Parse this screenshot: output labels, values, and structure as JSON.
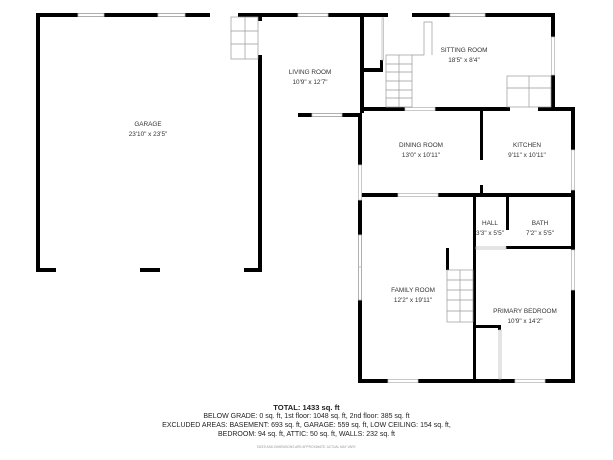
{
  "rooms": [
    {
      "name": "GARAGE",
      "size": "23'10\" x 23'5\""
    },
    {
      "name": "LIVING ROOM",
      "size": "10'9\" x 12'7\""
    },
    {
      "name": "SITTING ROOM",
      "size": "18'5\" x 8'4\""
    },
    {
      "name": "DINING ROOM",
      "size": "13'0\" x 10'11\""
    },
    {
      "name": "KITCHEN",
      "size": "9'11\" x 10'11\""
    },
    {
      "name": "HALL",
      "size": "3'3\" x 5'5\""
    },
    {
      "name": "BATH",
      "size": "7'2\" x 5'5\""
    },
    {
      "name": "FAMILY ROOM",
      "size": "12'2\" x 19'11\""
    },
    {
      "name": "PRIMARY BEDROOM",
      "size": "10'9\" x 14'2\""
    }
  ],
  "summary": {
    "total": "TOTAL: 1433 sq. ft",
    "line1": "BELOW GRADE: 0 sq. ft, 1st floor: 1048 sq. ft, 2nd floor: 385 sq. ft",
    "line2": "EXCLUDED AREAS: BASEMENT: 693 sq. ft, GARAGE: 559 sq. ft, LOW CEILING: 154 sq. ft,",
    "line3": "BEDROOM: 94 sq. ft, ATTIC: 50 sq. ft, WALLS: 232 sq. ft",
    "disclaimer": "SIZES AND DIMENSIONS ARE APPROXIMATE, ACTUAL MAY VARY."
  },
  "colors": {
    "wall": "#000000",
    "window": "#cccccc",
    "background": "#ffffff"
  }
}
